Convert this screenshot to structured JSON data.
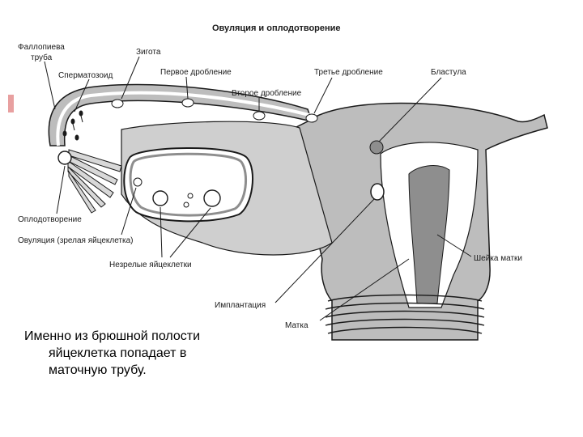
{
  "title": "Овуляция и оплодотворение",
  "labels": {
    "fallopian_tube_line1": "Фаллопиева",
    "fallopian_tube_line2": "труба",
    "sperm": "Сперматозоид",
    "zygote": "Зигота",
    "first_cleavage": "Первое дробление",
    "second_cleavage": "Второе дробление",
    "third_cleavage": "Третье дробление",
    "blastula": "Бластула",
    "fertilization": "Оплодотворение",
    "ovulation": "Овуляция (зрелая яйцеклетка)",
    "immature_eggs": "Незрелые яйцеклетки",
    "implantation": "Имплантация",
    "uterus": "Матка",
    "cervix": "Шейка матки"
  },
  "caption": {
    "line1": "Именно из брюшной полости",
    "line2": "яйцеклетка попадает в",
    "line3": "маточную трубу."
  },
  "colors": {
    "tissue": "#b9b9b9",
    "tissue_dark": "#8e8e8e",
    "outline": "#1a1a1a",
    "accent": "#e8a0a0"
  }
}
